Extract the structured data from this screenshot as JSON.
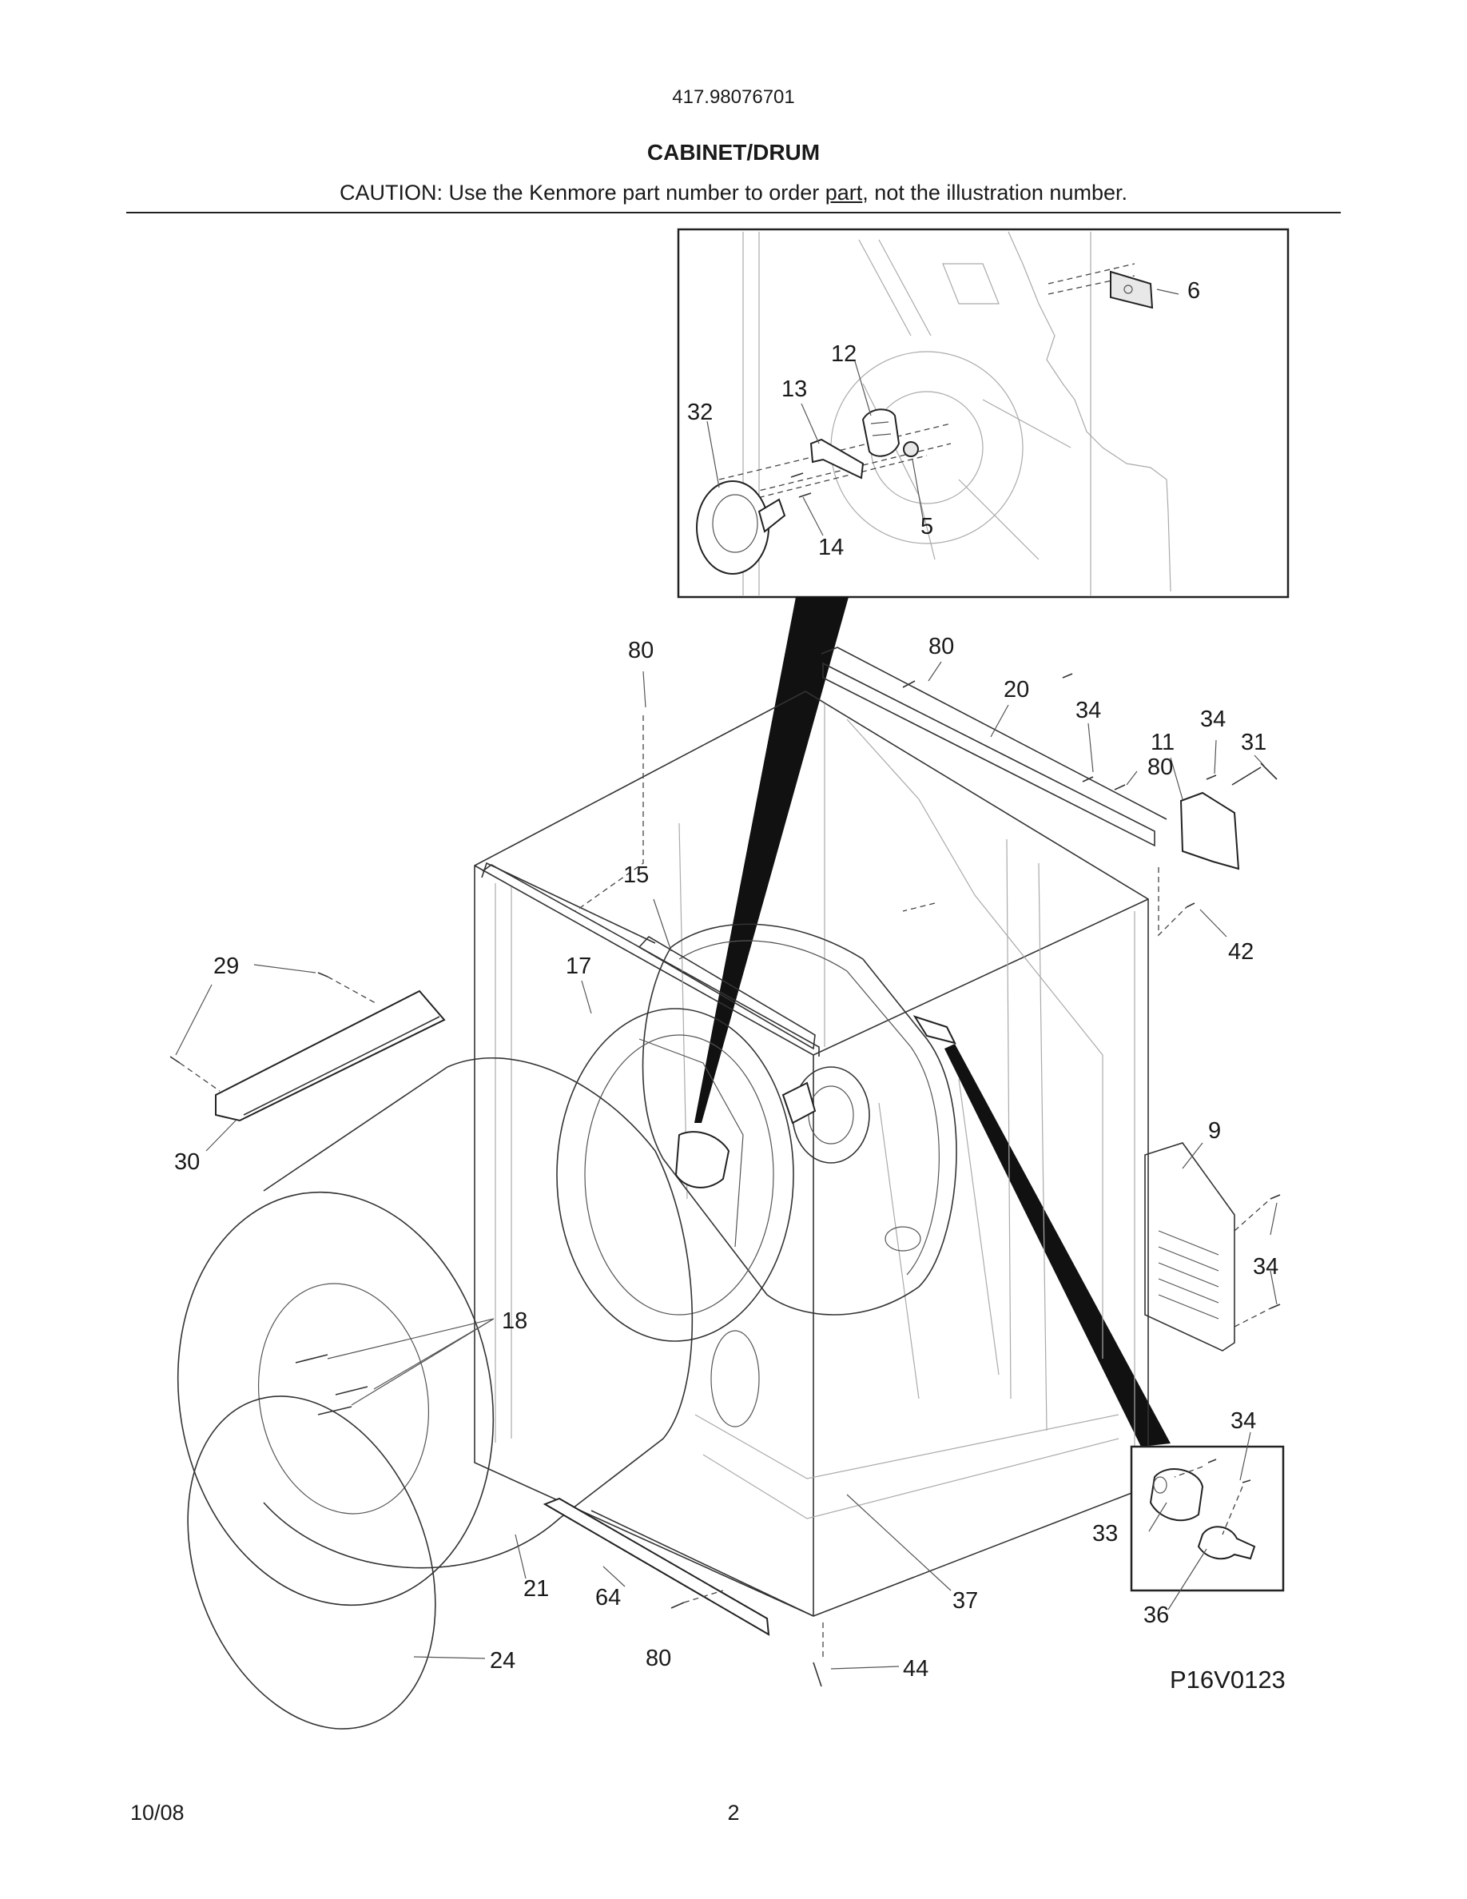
{
  "header": {
    "model_number": "417.98076701",
    "section_title": "CABINET/DRUM",
    "caution_before": "CAUTION: Use the Kenmore part number to order ",
    "caution_underlined": "part",
    "caution_after": ", not the illustration number."
  },
  "diagram": {
    "drawing_code": "P16V0123",
    "callouts": {
      "c6": "6",
      "c12": "12",
      "c13": "13",
      "c32": "32",
      "c5": "5",
      "c14": "14",
      "c80a": "80",
      "c80b": "80",
      "c20": "20",
      "c34a": "34",
      "c34b": "34",
      "c11": "11",
      "c80c": "80",
      "c31": "31",
      "c42": "42",
      "c15": "15",
      "c29": "29",
      "c17": "17",
      "c30": "30",
      "c9": "9",
      "c34c": "34",
      "c18": "18",
      "c34d": "34",
      "c33": "33",
      "c36": "36",
      "c21": "21",
      "c64": "64",
      "c37": "37",
      "c24": "24",
      "c80d": "80",
      "c44": "44"
    }
  },
  "footer": {
    "date": "10/08",
    "page_number": "2"
  }
}
